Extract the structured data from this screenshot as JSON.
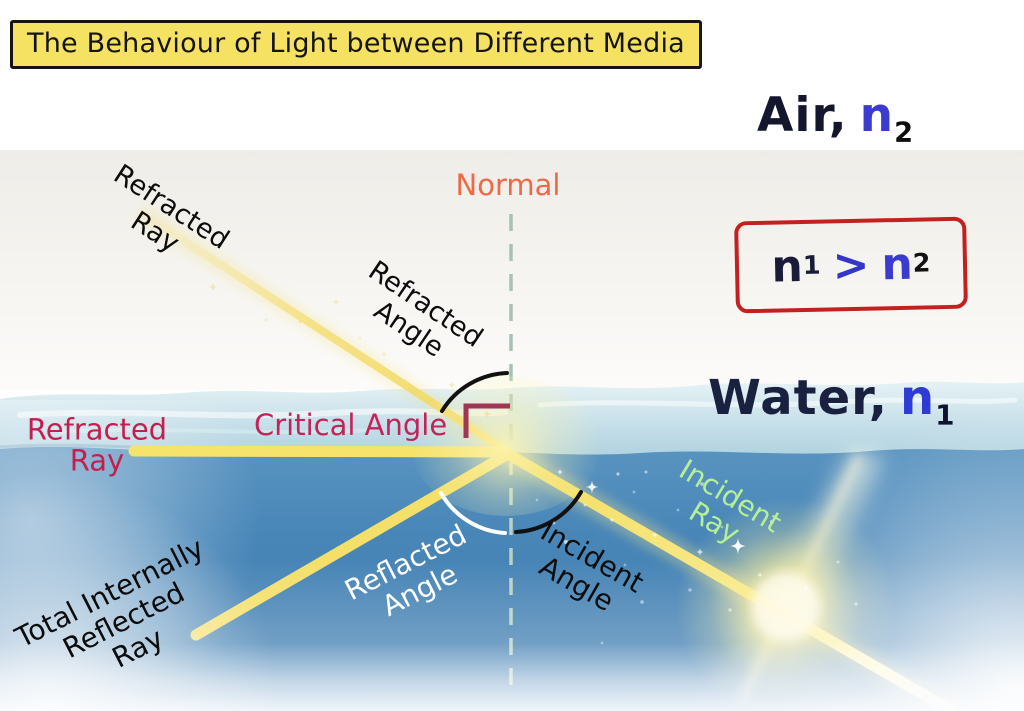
{
  "title": "The Behaviour of Light between Different Media",
  "media_labels": {
    "air": {
      "text": "Air,",
      "symbol": "n",
      "sub": "2"
    },
    "water": {
      "text": "Water,",
      "symbol": "n",
      "sub": "1"
    }
  },
  "index_relation": {
    "lhs": "n",
    "lhs_sub": "1",
    "op": ">",
    "rhs": "n",
    "rhs_sub": "2"
  },
  "labels": {
    "normal": "Normal",
    "refracted_ray_air": "Refracted\nRay",
    "refracted_angle": "Refracted\nAngle",
    "critical_angle": "Critical Angle",
    "refracted_ray_surface": "Refracted\nRay",
    "reflected_angle": "Reflacted\nAngle",
    "incident_angle": "Incident\nAngle",
    "incident_ray": "Incident\nRay",
    "total_internal_reflection_ray": "Total Internally\nReflected\nRay"
  },
  "colors": {
    "title_bg": "#f5e263",
    "title_border": "#141414",
    "normal_label": "#ee6946",
    "normal_line_dash": "#a8c2b2",
    "critical_angle_label": "#c2245a",
    "refracted_ray_pink_label": "#c41e4f",
    "incident_ray_label": "#b6f094",
    "reflected_angle_label": "#ffffff",
    "relation_box_border": "#c32020",
    "navy_text": "#14162e",
    "blue_index_text": "#3b3bd0",
    "ray_yellow": "#f2de66",
    "water_blue": "#4886b8",
    "right_angle_marker": "#a23456"
  }
}
